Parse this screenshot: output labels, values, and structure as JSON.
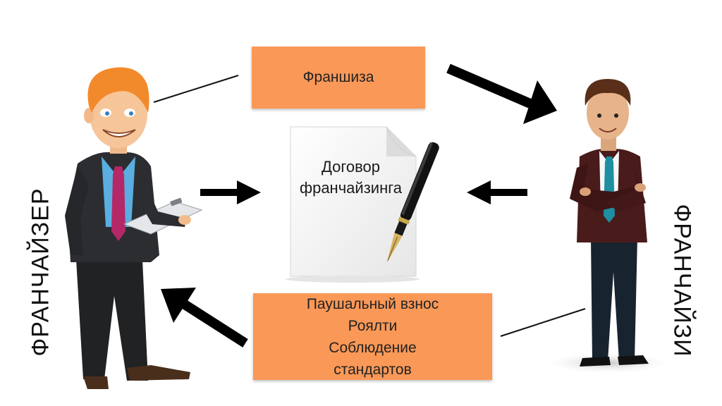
{
  "boxes": {
    "top": {
      "text": "Франшиза"
    },
    "bottom": {
      "lines": [
        "Паушальный взнос",
        "Роялти",
        "Соблюдение",
        "стандартов"
      ]
    }
  },
  "document": {
    "lines": [
      "Договор",
      "франчайзинга"
    ]
  },
  "labels": {
    "left": "ФРАНЧАЙЗЕР",
    "right": "ФРАНЧАЙЗИ"
  },
  "colors": {
    "box": "#FA9857",
    "arrow": "#000000"
  },
  "icons": [
    "franchisor-figure",
    "franchisee-figure",
    "document-icon",
    "fountain-pen-icon",
    "clipboard-icon"
  ]
}
